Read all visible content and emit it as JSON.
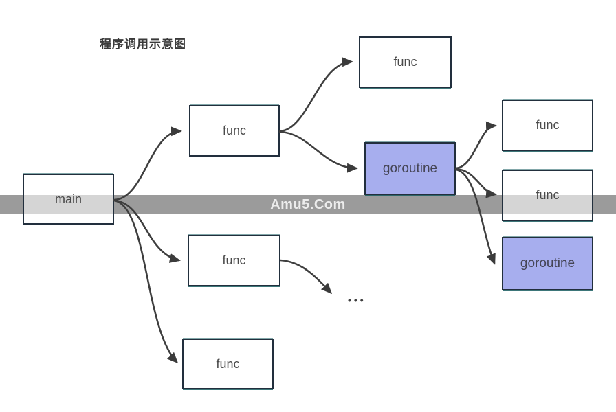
{
  "diagram": {
    "title": "程序调用示意图",
    "watermark": "Amu5.Com",
    "ellipsis": "•••",
    "nodes": [
      {
        "id": "main",
        "label": "main",
        "kind": "function"
      },
      {
        "id": "func-1",
        "label": "func",
        "kind": "function"
      },
      {
        "id": "func-top",
        "label": "func",
        "kind": "function"
      },
      {
        "id": "goroutine-1",
        "label": "goroutine",
        "kind": "goroutine"
      },
      {
        "id": "func-r1",
        "label": "func",
        "kind": "function"
      },
      {
        "id": "func-r2",
        "label": "func",
        "kind": "function"
      },
      {
        "id": "goroutine-2",
        "label": "goroutine",
        "kind": "goroutine"
      },
      {
        "id": "func-mid",
        "label": "func",
        "kind": "function"
      },
      {
        "id": "func-bottom",
        "label": "func",
        "kind": "function"
      }
    ],
    "edges": [
      {
        "from": "main",
        "to": "func-1"
      },
      {
        "from": "main",
        "to": "func-mid"
      },
      {
        "from": "main",
        "to": "func-bottom"
      },
      {
        "from": "func-1",
        "to": "func-top"
      },
      {
        "from": "func-1",
        "to": "goroutine-1"
      },
      {
        "from": "goroutine-1",
        "to": "func-r1"
      },
      {
        "from": "goroutine-1",
        "to": "func-r2"
      },
      {
        "from": "goroutine-1",
        "to": "goroutine-2"
      },
      {
        "from": "func-mid",
        "to": "ellipsis"
      }
    ],
    "colors": {
      "goroutine_fill": "#a7aeee",
      "box_border": "#222f3d",
      "box_edge_accent": "#1b5e62",
      "arrow": "#3e3e3e",
      "band": "#9b9b9b",
      "watermark_text": "#ececec",
      "title": "#3a3a3a"
    }
  }
}
